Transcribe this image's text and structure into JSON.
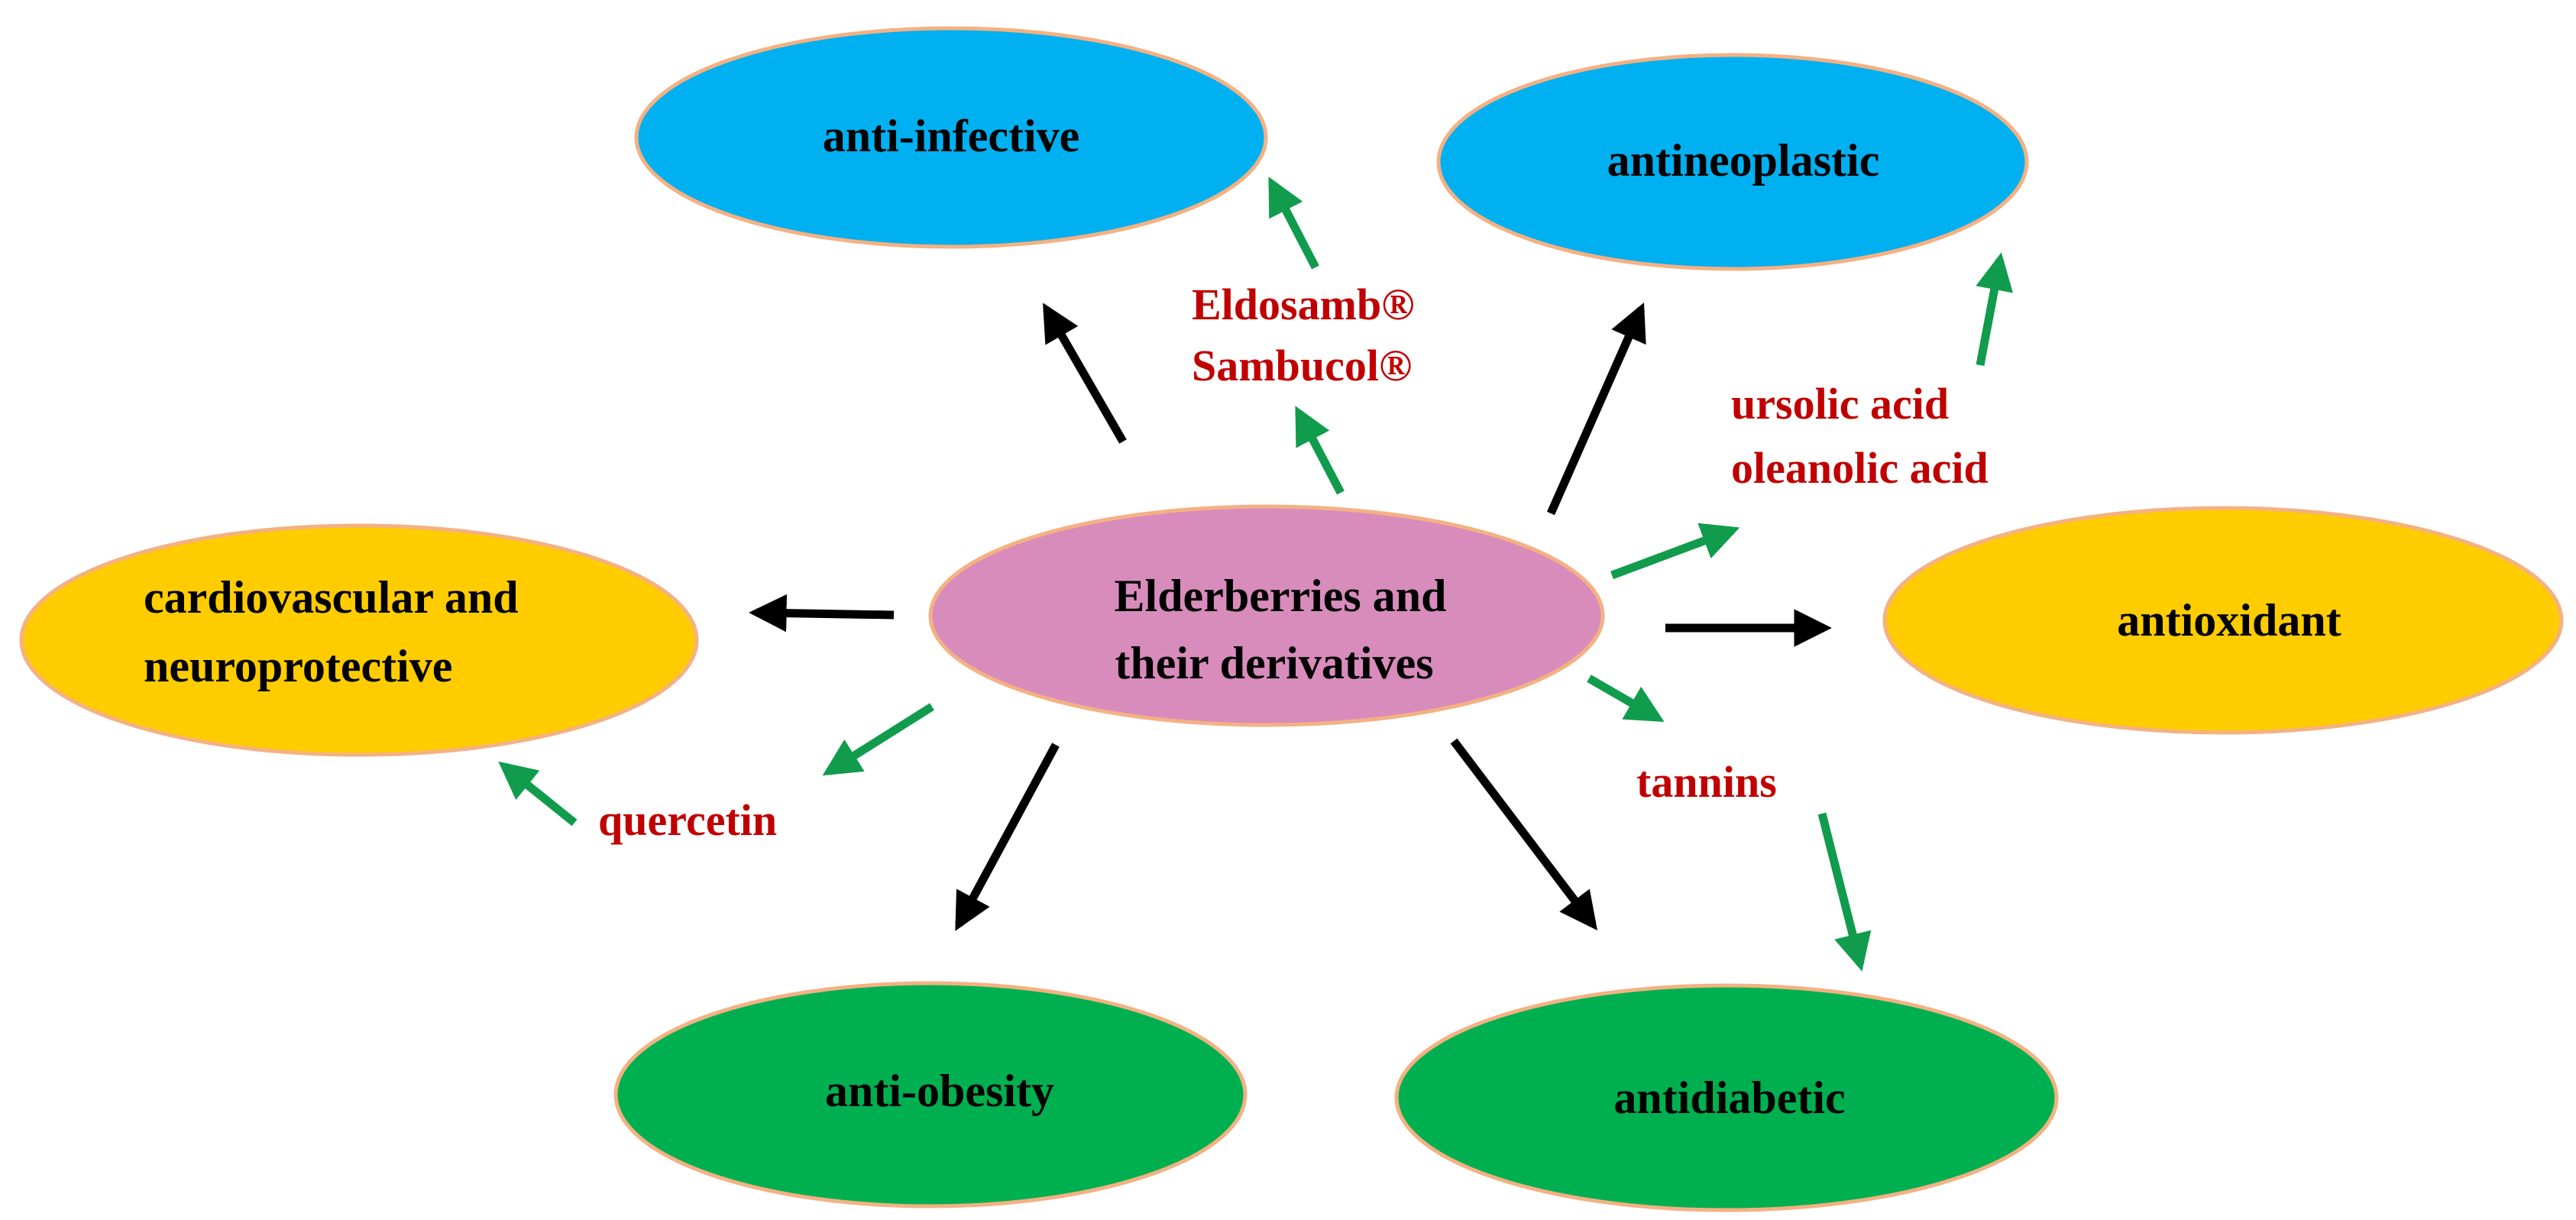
{
  "colors": {
    "blue": "#00b0f0",
    "yellow": "#ffcc00",
    "green": "#00b050",
    "pink": "#d88cbc",
    "ellipse_border": "#f4b183",
    "center_border": "#f4b183",
    "black_arrow": "#000000",
    "green_arrow": "#109c4c",
    "compound_text": "#c00000"
  },
  "center": {
    "line1": "Elderberries and",
    "line2": "their derivatives"
  },
  "nodes": {
    "anti_infective": {
      "label": "anti-infective"
    },
    "antineoplastic": {
      "label": "antineoplastic"
    },
    "cardiovascular": {
      "line1": "cardiovascular and",
      "line2": "neuroprotective"
    },
    "antioxidant": {
      "label": "antioxidant"
    },
    "anti_obesity": {
      "label": "anti-obesity"
    },
    "antidiabetic": {
      "label": "antidiabetic"
    }
  },
  "compounds": {
    "eldosamb": "Eldosamb®",
    "sambucol": "Sambucol®",
    "ursolic": "ursolic acid",
    "oleanolic": "oleanolic acid",
    "tannins": "tannins",
    "quercetin": "quercetin"
  }
}
